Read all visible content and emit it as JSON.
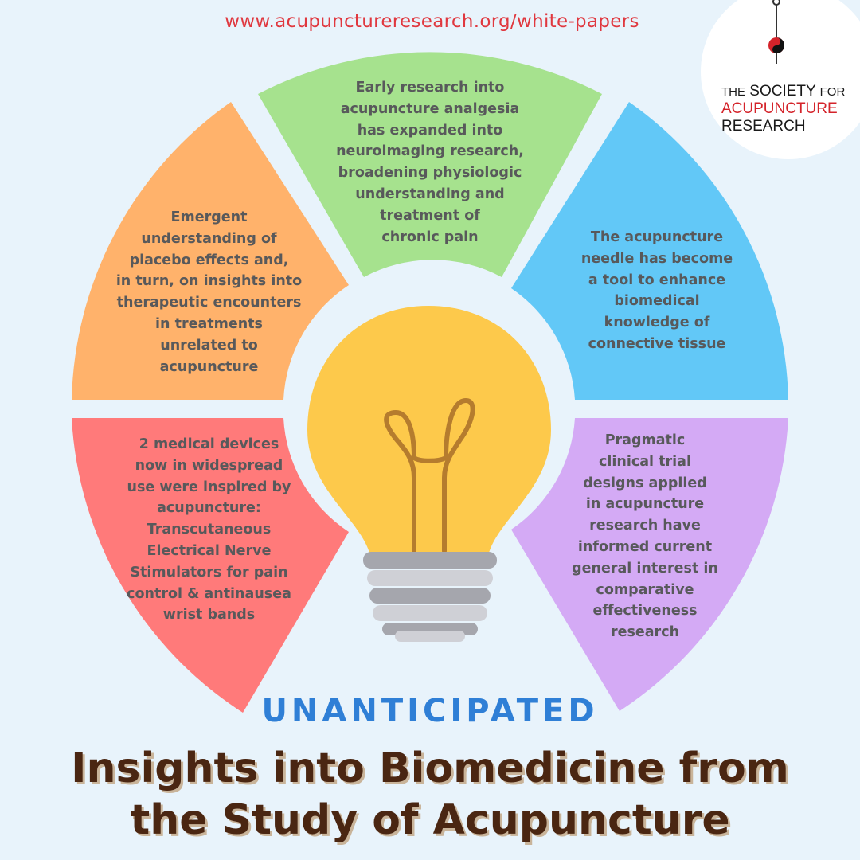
{
  "header": {
    "url": "www.acupunctureresearch.org/white-papers"
  },
  "logo": {
    "line1_small": "THE",
    "line1_big": "SOCIETY",
    "line1_end": "FOR",
    "line2": "ACUPUNCTURE",
    "line3": "RESEARCH"
  },
  "segments": [
    {
      "id": "green",
      "color": "#a6e28e",
      "text": "Early research into\nacupuncture analgesia\nhas expanded into\nneuroimaging research,\nbroadening physiologic\nunderstanding and\ntreatment of\nchronic pain"
    },
    {
      "id": "blue",
      "color": "#62c8f7",
      "text": "The acupuncture\nneedle has become\na tool to enhance\nbiomedical\nknowledge of\nconnective tissue"
    },
    {
      "id": "purple",
      "color": "#d4aaf5",
      "text": "Pragmatic\nclinical trial\ndesigns applied\nin acupuncture\nresearch have\ninformed current\ngeneral interest in\ncomparative\neffectiveness\nresearch"
    },
    {
      "id": "red",
      "color": "#ff7a7a",
      "text": "2 medical devices\nnow in widespread\nuse were inspired by\nacupuncture:\nTranscutaneous\nElectrical Nerve\nStimulators for pain\ncontrol & antinausea\nwrist bands"
    },
    {
      "id": "orange",
      "color": "#ffb26b",
      "text": "Emergent\nunderstanding of\nplacebo effects and,\nin turn, on insights into\ntherapeutic encounters\nin treatments\nunrelated to\nacupuncture"
    }
  ],
  "colors": {
    "background": "#e8f3fb",
    "bulb": "#fdc94b",
    "bulb_filament": "#b57c2e",
    "bulb_base_dark": "#a5a6ad",
    "bulb_base_light": "#cfd0d6",
    "url_red": "#e0383f",
    "eyebrow_blue": "#2f7fd6",
    "title_brown": "#4a2612"
  },
  "headline": {
    "eyebrow": "UNANTICIPATED",
    "line1": "Insights into Biomedicine from",
    "line2": "the Study of Acupuncture"
  }
}
